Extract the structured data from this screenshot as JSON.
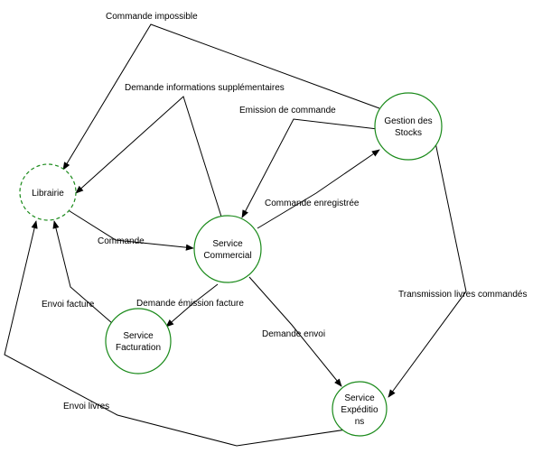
{
  "colors": {
    "node_stroke": "#1a8a1a",
    "edge": "#000000",
    "background": "#ffffff"
  },
  "nodes": {
    "librairie": {
      "lines": [
        "Librairie"
      ]
    },
    "commercial": {
      "lines": [
        "Service",
        "Commercial"
      ]
    },
    "stocks": {
      "lines": [
        "Gestion des",
        "Stocks"
      ]
    },
    "facturation": {
      "lines": [
        "Service",
        "Facturation"
      ]
    },
    "expeditions": {
      "lines": [
        "Service",
        "Expéditio",
        "ns"
      ]
    }
  },
  "edges": {
    "commande_impossible": "Commande impossible",
    "demande_infos": "Demande informations supplémentaires",
    "emission_commande": "Emission de commande",
    "commande_enregistree": "Commande enregistrée",
    "commande": "Commande",
    "demande_emission_facture": "Demande émission facture",
    "envoi_facture": "Envoi facture",
    "demande_envoi": "Demande envoi",
    "transmission_livres": "Transmission livres commandés",
    "envoi_livres": "Envoi livres"
  }
}
